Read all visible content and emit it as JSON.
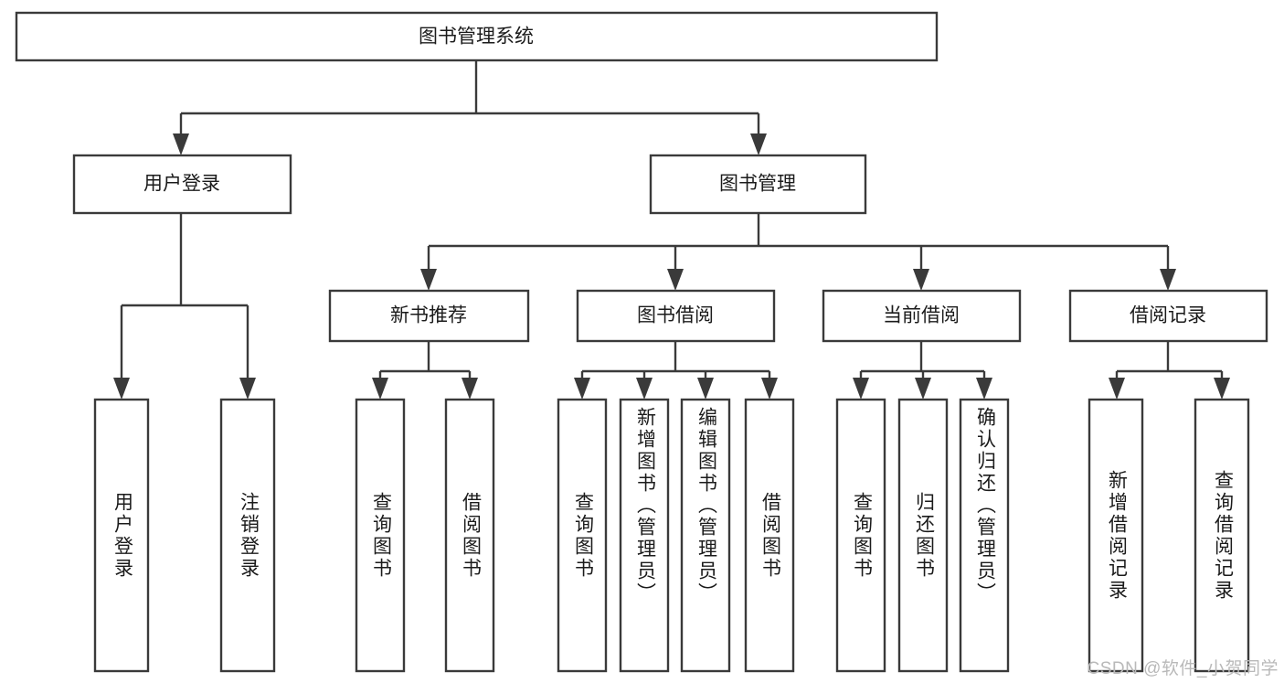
{
  "diagram": {
    "type": "hierarchy-tree",
    "title_visible": false,
    "colors": {
      "box_stroke": "#3a3a3a",
      "box_fill": "#ffffff",
      "text": "#1b1b1b",
      "background": "#ffffff",
      "watermark": "#b9b9b9"
    },
    "root": {
      "id": "root",
      "label": "图书管理系统",
      "orientation": "horizontal"
    },
    "level2": [
      {
        "id": "user-login",
        "label": "用户登录",
        "orientation": "horizontal"
      },
      {
        "id": "book-manage",
        "label": "图书管理",
        "orientation": "horizontal"
      }
    ],
    "level3": [
      {
        "id": "new-book-rec",
        "label": "新书推荐",
        "orientation": "horizontal",
        "parent": "book-manage"
      },
      {
        "id": "book-borrow",
        "label": "图书借阅",
        "orientation": "horizontal",
        "parent": "book-manage"
      },
      {
        "id": "current-borrow",
        "label": "当前借阅",
        "orientation": "horizontal",
        "parent": "book-manage"
      },
      {
        "id": "borrow-record",
        "label": "借阅记录",
        "orientation": "horizontal",
        "parent": "book-manage"
      }
    ],
    "leaves": [
      {
        "id": "leaf-user-login",
        "label": "用户登录",
        "parent": "user-login",
        "orientation": "vertical"
      },
      {
        "id": "leaf-user-logout",
        "label": "注销登录",
        "parent": "user-login",
        "orientation": "vertical"
      },
      {
        "id": "leaf-query-book-1",
        "label": "查询图书",
        "parent": "new-book-rec",
        "orientation": "vertical"
      },
      {
        "id": "leaf-borrow-book-1",
        "label": "借阅图书",
        "parent": "new-book-rec",
        "orientation": "vertical"
      },
      {
        "id": "leaf-query-book-2",
        "label": "查询图书",
        "parent": "book-borrow",
        "orientation": "vertical"
      },
      {
        "id": "leaf-add-book",
        "label": "新增图书（管理员）",
        "parent": "book-borrow",
        "orientation": "vertical"
      },
      {
        "id": "leaf-edit-book",
        "label": "编辑图书（管理员）",
        "parent": "book-borrow",
        "orientation": "vertical"
      },
      {
        "id": "leaf-borrow-book-2",
        "label": "借阅图书",
        "parent": "book-borrow",
        "orientation": "vertical"
      },
      {
        "id": "leaf-query-book-3",
        "label": "查询图书",
        "parent": "current-borrow",
        "orientation": "vertical"
      },
      {
        "id": "leaf-return-book",
        "label": "归还图书",
        "parent": "current-borrow",
        "orientation": "vertical"
      },
      {
        "id": "leaf-confirm-return",
        "label": "确认归还（管理员）",
        "parent": "current-borrow",
        "orientation": "vertical"
      },
      {
        "id": "leaf-add-record",
        "label": "新增借阅记录",
        "parent": "borrow-record",
        "orientation": "vertical"
      },
      {
        "id": "leaf-query-record",
        "label": "查询借阅记录",
        "parent": "borrow-record",
        "orientation": "vertical"
      }
    ],
    "watermark": "CSDN @软件_小贺同学"
  }
}
